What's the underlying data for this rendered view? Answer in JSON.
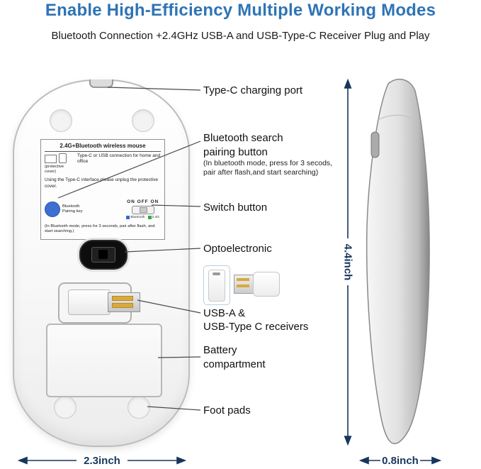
{
  "header": {
    "title": "Enable High-Efficiency Multiple Working Modes",
    "subtitle": "Bluetooth Connection +2.4GHz USB-A and USB-Type-C Receiver Plug and Play"
  },
  "callouts": {
    "type_c_port": "Type-C charging port",
    "bluetooth_button": "Bluetooth search pairing button",
    "bluetooth_button_note": "(In bluetooth mode, press for 3 secods, pair after flash,and start searching)",
    "switch_button": "Switch button",
    "optoelectronic": "Optoelectronic",
    "receivers_line1": "USB-A &",
    "receivers_line2": "USB-Type C receivers",
    "battery": "Battery compartment",
    "foot_pads": "Foot pads"
  },
  "sticker": {
    "title": "2.4G+Bluetooth wireless mouse",
    "connection_line": "Type-C or USB connection for home and office",
    "protective_cover": "(protective cover)",
    "usage_line": "Using the Type-C interface,please unplug the protective cover.",
    "pairing_key": "Bluetooth Pairing key",
    "switch_positions": "ON OFF ON",
    "bluetooth_tag": "Bluetooth",
    "rf_tag": "2.4G",
    "note": "(In Bluetooth mode, press for 3 seconds, pair after flash, and start searching.)"
  },
  "dimensions": {
    "width": "2.3inch",
    "height": "4.4inch",
    "depth": "0.8inch"
  },
  "colors": {
    "title_blue": "#2e74b5",
    "dimension_navy": "#17365d",
    "pairing_button_blue": "#3d6ed2",
    "bluetooth_indicator": "#2f6fd0",
    "rf_indicator": "#37a84a"
  }
}
